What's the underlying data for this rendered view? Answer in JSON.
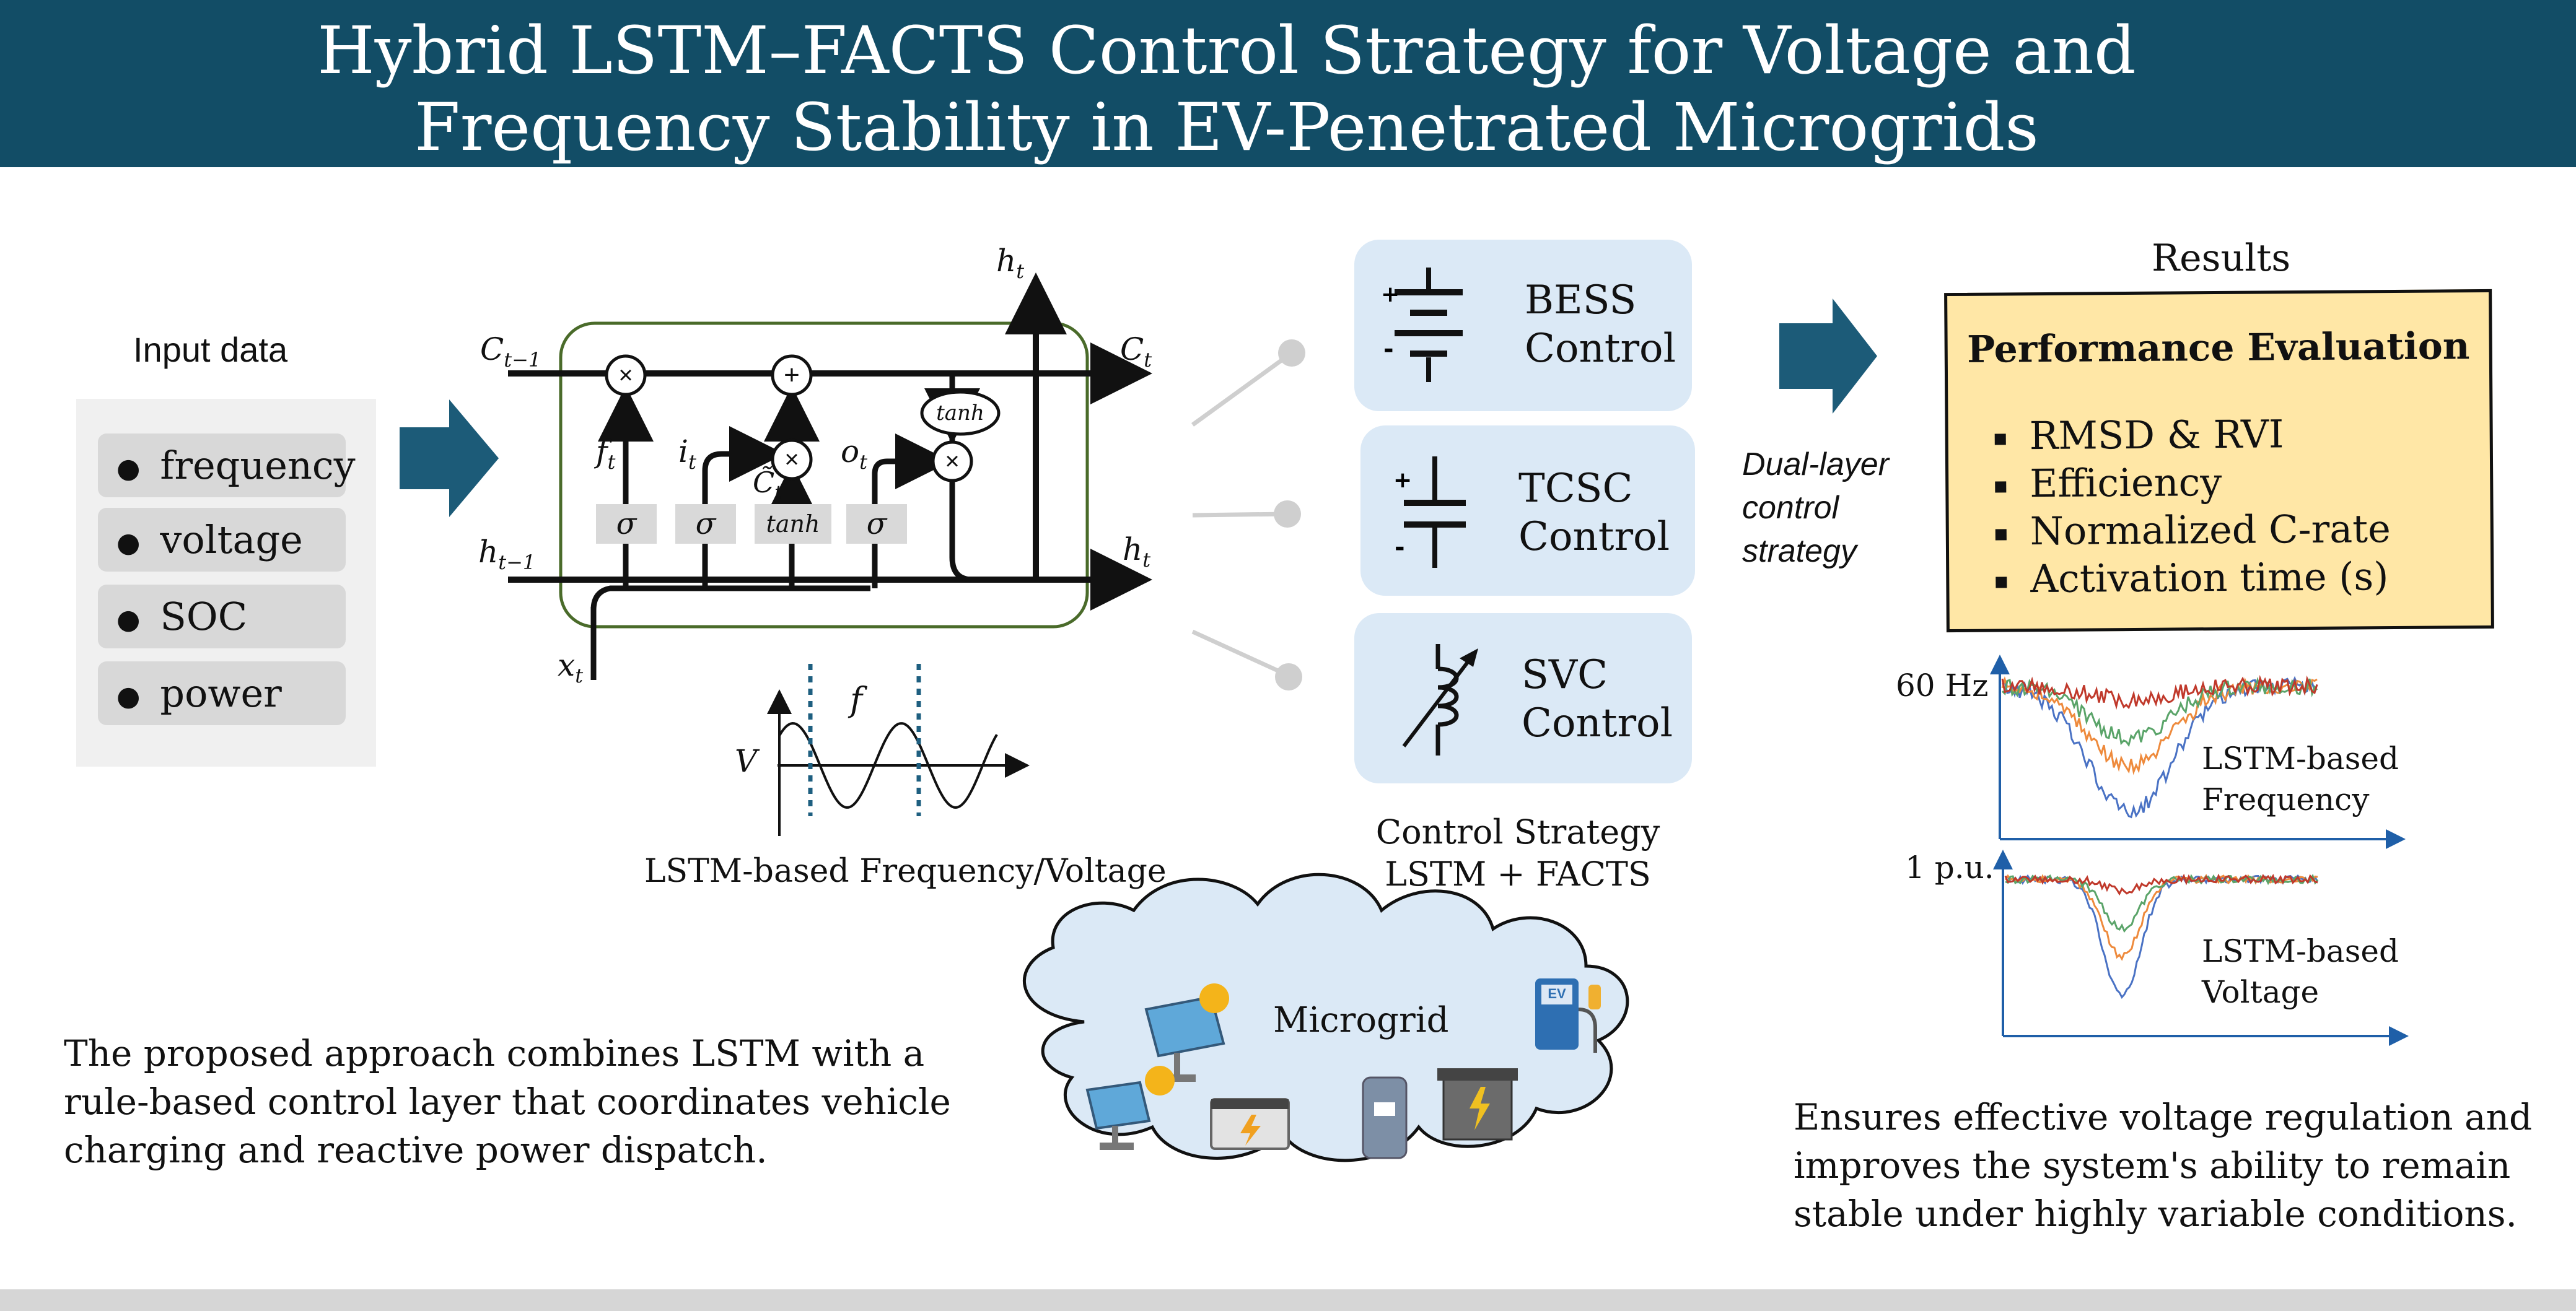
{
  "header": {
    "title_line1": "Hybrid LSTM–FACTS Control Strategy for Voltage and",
    "title_line2": "Frequency Stability in EV-Penetrated Microgrids"
  },
  "input": {
    "title": "Input data",
    "items": [
      "frequency",
      "voltage",
      "SOC",
      "power"
    ]
  },
  "lstm": {
    "labels": {
      "c_prev": "C",
      "c_prev_sub": "t−1",
      "c_next": "C",
      "c_next_sub": "t",
      "h_prev": "h",
      "h_prev_sub": "t−1",
      "h_out": "h",
      "h_out_sub": "t",
      "h_top": "h",
      "h_top_sub": "t",
      "x": "x",
      "x_sub": "t",
      "f": "f",
      "f_sub": "t",
      "i": "i",
      "i_sub": "t",
      "o": "o",
      "o_sub": "t",
      "ctilde": "C̃",
      "ctilde_sub": "t",
      "sigma": "σ",
      "tanh": "tanh",
      "times": "×",
      "plus": "+"
    },
    "wave_f": "f",
    "wave_v": "V",
    "caption": "LSTM-based Frequency/Voltage"
  },
  "facts": {
    "cards": [
      {
        "line1": "BESS",
        "line2": "Control",
        "icon": "battery-icon"
      },
      {
        "line1": "TCSC",
        "line2": "Control",
        "icon": "capacitor-icon"
      },
      {
        "line1": "SVC",
        "line2": "Control",
        "icon": "variable-inductor-icon"
      }
    ],
    "caption_line1": "Control Strategy",
    "caption_line2": "LSTM + FACTS"
  },
  "dual_layer": {
    "line1": "Dual-layer",
    "line2": "control",
    "line3": "strategy"
  },
  "microgrid": {
    "label": "Microgrid",
    "ev_label": "EV"
  },
  "results": {
    "title": "Results",
    "box_title": "Performance  Evaluation",
    "items": [
      "RMSD & RVI",
      "Efficiency",
      "Normalized C-rate",
      "Activation time (s)"
    ]
  },
  "plots": {
    "freq": {
      "y_tick": "60 Hz",
      "label_line1": "LSTM-based",
      "label_line2": "Frequency"
    },
    "volt": {
      "y_tick": "1 p.u.",
      "label_line1": "LSTM-based",
      "label_line2": "Voltage"
    },
    "series_colors": [
      "#4a72c4",
      "#ee8a3c",
      "#5aa469",
      "#c0392b"
    ]
  },
  "bottom_left": {
    "line1": "The proposed approach combines LSTM with a",
    "line2": "rule-based control layer that coordinates vehicle",
    "line3": "charging and reactive power dispatch."
  },
  "bottom_right": {
    "line1": "Ensures effective voltage regulation and",
    "line2": "improves the system's ability to remain",
    "line3": "stable under highly variable conditions."
  },
  "colors": {
    "header": "#124d66",
    "arrow": "#1c5b78",
    "card": "#dbe9f6",
    "perf": "#ffe7a6",
    "lstm_box": "#4a6b2a"
  }
}
